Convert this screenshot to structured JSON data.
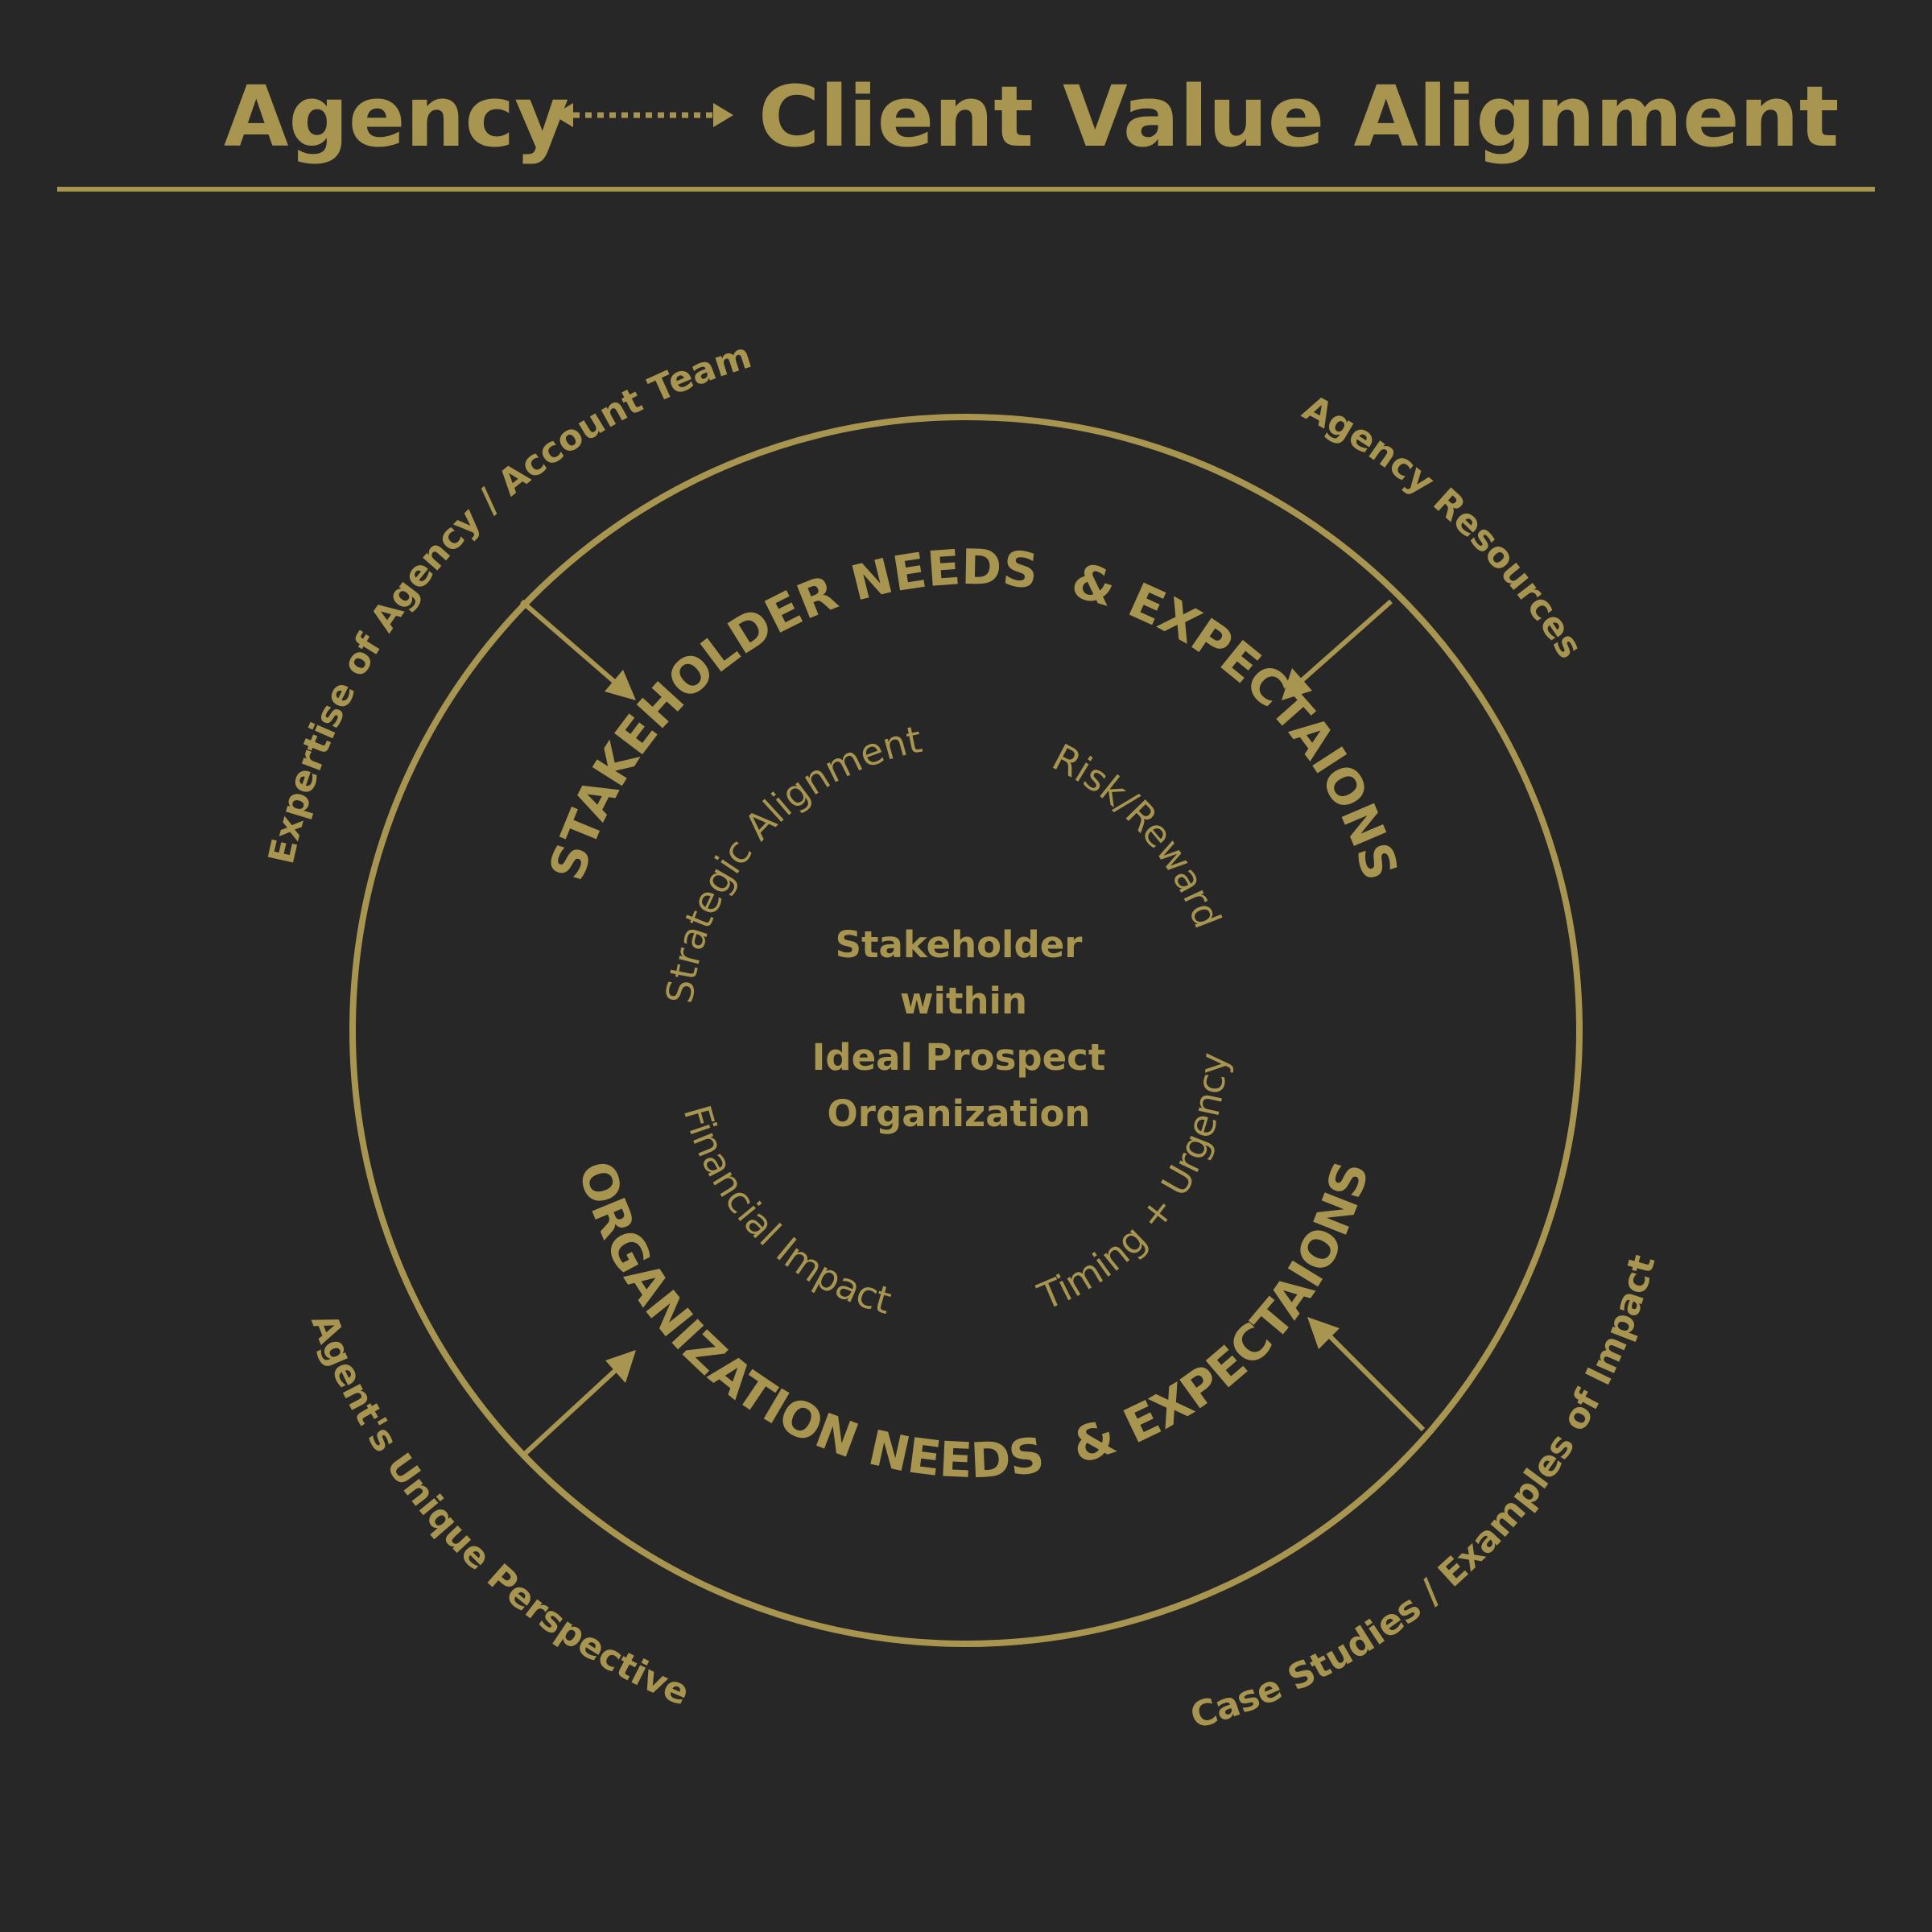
{
  "header": {
    "title_left": "Agency",
    "title_right": "Client Value Alignment"
  },
  "center_text": [
    "Stakeholder",
    "within",
    "Ideal Prospect",
    "Organization"
  ],
  "outer_labels": {
    "top_left": "Expertise of Agency / Account Team",
    "top_right": "Agency Resources",
    "bottom_left": "Agent's Unique Perspective",
    "bottom_right": "Case Studies / Examples of Impact"
  },
  "ring_labels": {
    "top": "STAKEHOLDER NEEDS  & EXPECTAIONS",
    "bottom": "ORGANIZATION NEEDS  & EXPECTAIONS"
  },
  "inner_labels": {
    "top_left": "Strategic Alignment",
    "top_right": "Risk/Reward",
    "bottom_left": "Financial Impact",
    "bottom_right": "Timing + Urgency"
  },
  "colors": {
    "background": "#282728",
    "accent": "#A8954F"
  }
}
